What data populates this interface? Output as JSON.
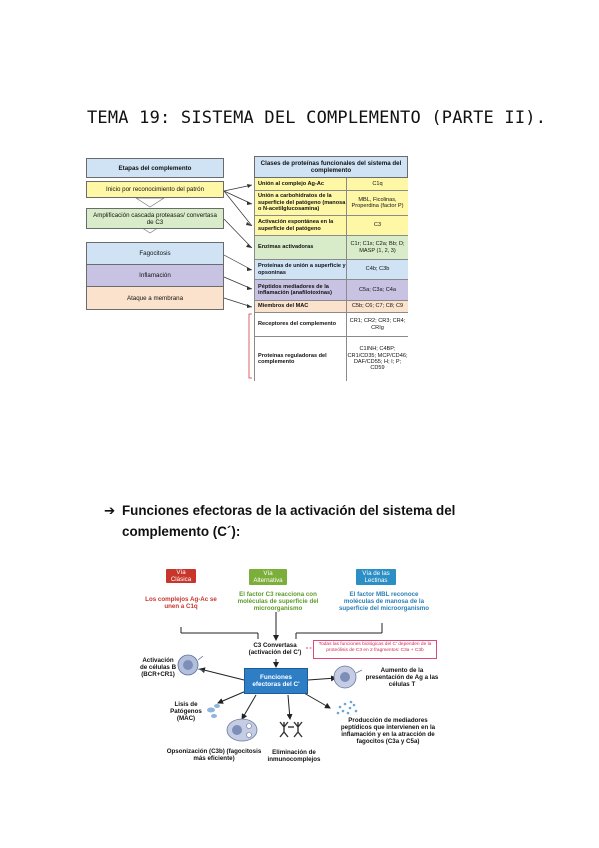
{
  "page_title": "TEMA 19: SISTEMA DEL COMPLEMENTO (PARTE II).",
  "figure1": {
    "left_header": "Etapas del complemento",
    "left_stages": [
      {
        "label": "Inicio por reconocimiento del patrón",
        "color": "#fdf7a6"
      },
      {
        "label": "Amplificación cascada proteasas/ convertasa de C3",
        "color": "#d9ecc9"
      },
      {
        "label": "Fagocitosis",
        "color": "#cfe3f5"
      },
      {
        "label": "Inflamación",
        "color": "#c9c3e3"
      },
      {
        "label": "Ataque a membrana",
        "color": "#fbe2cc"
      }
    ],
    "right_header": "Clases de proteínas funcionales del sistema del complemento",
    "rows": [
      {
        "label": "Unión al complejo Ag-Ac",
        "value": "C1q",
        "color": "#fdf7a6"
      },
      {
        "label": "Unión a carbohidratos de la superficie del patógeno (manosa o N-acetilglucosamina)",
        "value": "MBL, Ficolinas, Properdina (factor P)",
        "color": "#fdf7a6"
      },
      {
        "label": "Activación espontánea en la superficie del patógeno",
        "value": "C3",
        "color": "#fdf7a6"
      },
      {
        "label": "Enzimas activadoras",
        "value": "C1r; C1s; C2a; Bb; D; MASP (1, 2, 3)",
        "color": "#d9ecc9"
      },
      {
        "label": "Proteínas de unión a superficie y opsoninas",
        "value": "C4b; C3b",
        "color": "#cfe3f5"
      },
      {
        "label": "Péptidos mediadores de la inflamación (anafilotoxinas)",
        "value": "C5a; C3a; C4a",
        "color": "#c9c3e3"
      },
      {
        "label": "Miembros del MAC",
        "value": "C5b; C6; C7; C8; C9",
        "color": "#fbe2cc"
      },
      {
        "label": "Receptores del complemento",
        "value": "CR1; CR2; CR3; CR4; CRIg",
        "color": "#ffffff"
      },
      {
        "label": "Proteínas reguladoras del complemento",
        "value": "C1INH; C4BP; CR1/CD35; MCP/CD46; DAF/CD55; H; I; P; CD59",
        "color": "#ffffff"
      }
    ]
  },
  "bullet": {
    "arrow": "➔",
    "line1": "Funciones efectoras de la activación del sistema del",
    "line2": "complemento (C´):"
  },
  "figure2": {
    "headers": [
      {
        "label": "Vía Clásica",
        "color": "#c8352b"
      },
      {
        "label": "Vía Alternativa",
        "color": "#7cae3a"
      },
      {
        "label": "Vía de las Lectinas",
        "color": "#2b8fc5"
      }
    ],
    "descriptions": [
      {
        "text": "Los complejos Ag-Ac se unen a C1q",
        "color": "#c8352b"
      },
      {
        "text": "El factor C3 reacciona con moléculas de superficie del microorganismo",
        "color": "#5d9a2a"
      },
      {
        "text": "El factor MBL reconoce moléculas de manosa de la superficie del microorganismo",
        "color": "#2b7fb5"
      }
    ],
    "convertase": "C3 Convertasa (activación del C')",
    "pink_note": "Todas las funciones biológicas del C' dependen de la proteólisis de C3 en 2 fragmentos: C3a + C3b",
    "effector": "Funciones efectoras del C'",
    "functions": {
      "activation_b": "Activación de células B (BCR+CR1)",
      "lysis": "Lisis de Patógenos (MAC)",
      "opsonization": "Opsonización (C3b) (fagocitosis más eficiente)",
      "immunocomplex": "Eliminación de inmunocomplejos",
      "mediators": "Producción de mediadores peptídicos que intervienen en la inflamación y en la atracción de fagocitos (C3a y C5a)",
      "antigen": "Aumento de la presentación de Ag a las células T"
    },
    "colors": {
      "arrow": "#222222",
      "effector": "#2e7ec6",
      "cells": "#7d8fb8"
    }
  }
}
